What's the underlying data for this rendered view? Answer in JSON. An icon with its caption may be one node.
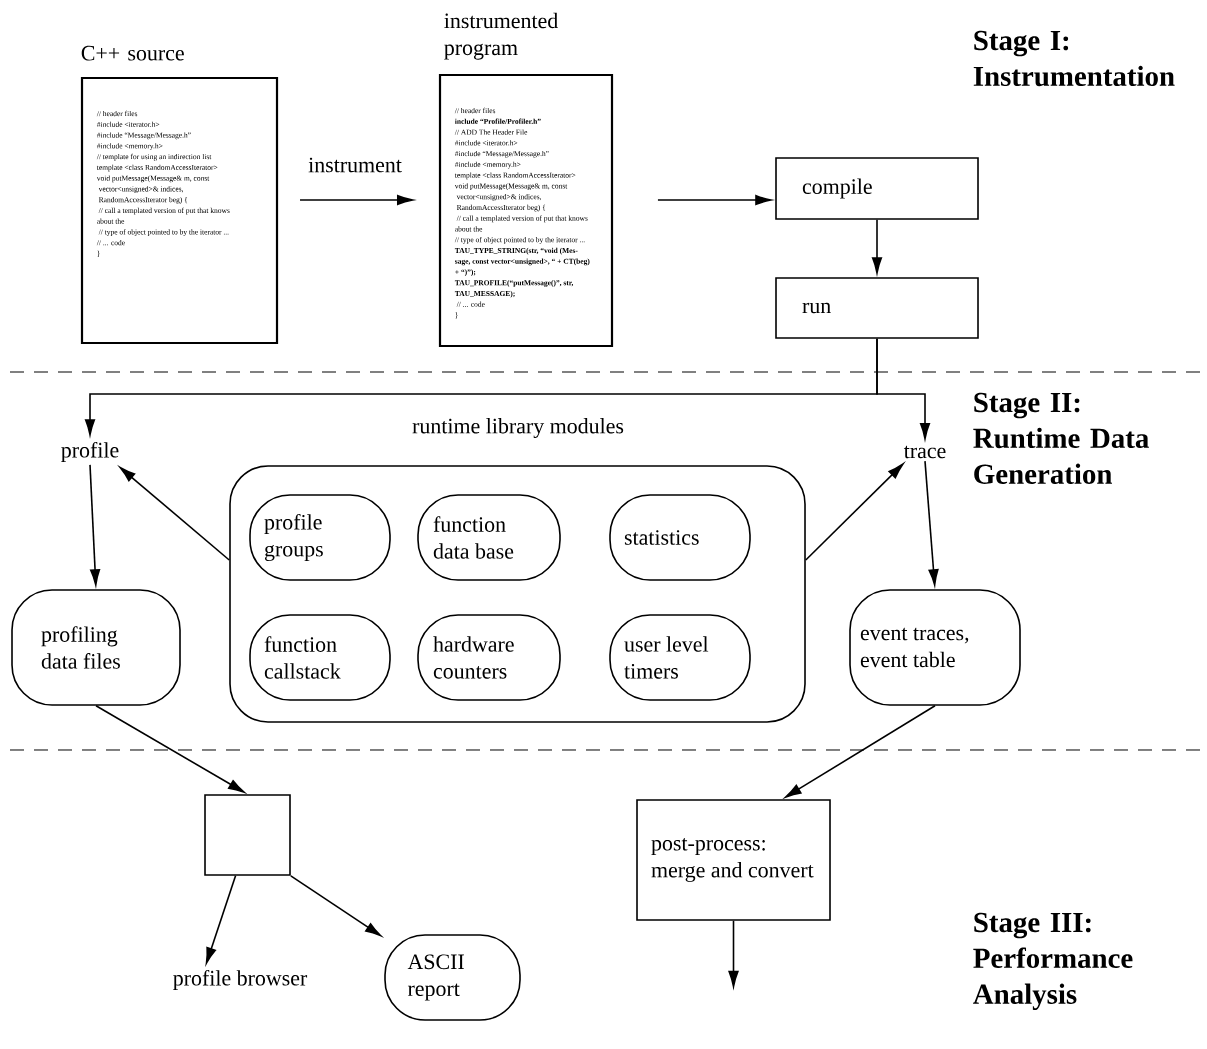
{
  "diagram": {
    "nodes": [
      {
        "text": [
          "C++ source",
          "// header files",
          "#include <iterator.h>",
          "#include “Message/Message.h”",
          "#include <memory.h>",
          "// template for using an indirection list",
          "template <class RandomAccessIterator>",
          "void putMessage(Message& m, const",
          "   vector<unsigned>& indices,",
          "   RandomAccessIterator beg) {",
          "  // call a templated version of put that knows",
          "about the",
          "  // type of object pointed to by the iterator ...",
          "// ... code",
          "}"
        ]
      },
      {
        "text": [
          "instrumented program",
          "// header files",
          "**include “Profile/Profiler.h”**",
          "// ADD The Header File",
          "#include <iterator.h>",
          "#include “Message/Message.h”",
          "#include <memory.h>",
          "template <class RandomAccessIterator>",
          "void putMessage(Message& m, const",
          "  vector<unsigned>& indices,",
          "  RandomAccessIterator beg) {",
          "  // call a templated version of put that knows",
          "about the",
          "// type of object pointed to by the iterator ...",
          "**TAU_TYPE_STRING(str, “void (Mes-**",
          "**sage, const vector<unsigned>, “ + CT(beg)**",
          "**+ “)”);**",
          "**TAU_PROFILE(“putMessage()”, str,**",
          "**TAU_MESSAGE);**",
          "   // ... code",
          "}"
        ]
      },
      {
        "text": [
          "compile"
        ]
      },
      {
        "text": [
          "run"
        ]
      },
      {
        "text": [
          "profile"
        ]
      },
      {
        "text": [
          "trace"
        ]
      },
      {
        "text": [
          "runtime library modules"
        ]
      },
      {
        "text": [
          "profile groups"
        ],
        "in": 6
      },
      {
        "text": [
          "function data base"
        ],
        "in": 6
      },
      {
        "text": [
          "statistics"
        ],
        "in": 6
      },
      {
        "text": [
          "function callstack"
        ],
        "in": 6
      },
      {
        "text": [
          "hardware counters"
        ],
        "in": 6
      },
      {
        "text": [
          "user level timers"
        ],
        "in": 6
      },
      {
        "text": [
          "profiling data files"
        ]
      },
      {
        "text": [
          "event traces, event table"
        ]
      },
      {
        "text": [],
        "shape": "box"
      },
      {
        "text": [
          "post-process: merge and convert"
        ]
      },
      {
        "text": [
          "profile browser"
        ]
      },
      {
        "text": [
          "ASCII report"
        ]
      }
    ],
    "edges": [
      {
        "from": 0,
        "to": 1,
        "arrow": "to",
        "label": "instrument"
      },
      {
        "from": 1,
        "to": 2,
        "arrow": "to"
      },
      {
        "from": 2,
        "to": 3,
        "arrow": "to"
      },
      {
        "from": 3,
        "to": 4,
        "arrow": "to"
      },
      {
        "from": 3,
        "to": 5,
        "arrow": "to"
      },
      {
        "from": 6,
        "to": 4,
        "arrow": "to"
      },
      {
        "from": 6,
        "to": 5,
        "arrow": "to"
      },
      {
        "from": 4,
        "to": 13,
        "arrow": "to"
      },
      {
        "from": 5,
        "to": 14,
        "arrow": "to"
      },
      {
        "from": 13,
        "to": 15,
        "arrow": "to"
      },
      {
        "from": 14,
        "to": 16,
        "arrow": "to"
      },
      {
        "from": 15,
        "to": 17,
        "arrow": "to"
      },
      {
        "from": 15,
        "to": 18,
        "arrow": "to"
      },
      {
        "from": 16,
        "to": null,
        "arrow": "to"
      }
    ],
    "labels": [
      "Stage I: Instrumentation",
      "Stage II: Runtime Data Generation",
      "Stage III: Performance Analysis"
    ]
  }
}
